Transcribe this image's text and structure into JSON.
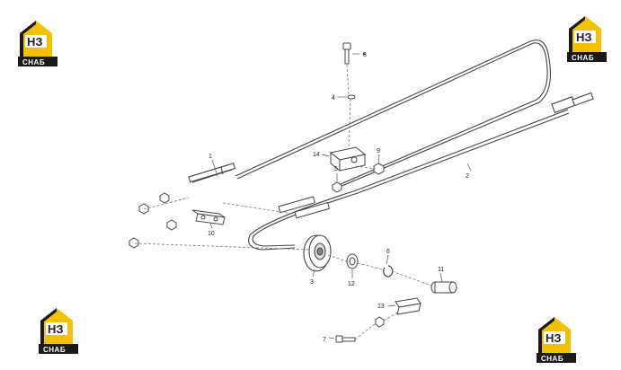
{
  "logo": {
    "top": "НЗ",
    "bottom": "СНАБ"
  },
  "callouts": {
    "c1": "1",
    "c2": "2",
    "c3": "3",
    "c4": "4",
    "c5": "5",
    "c6": "6",
    "c7": "7",
    "c8": "8",
    "c9": "9",
    "c10": "10",
    "c11": "11",
    "c12": "12",
    "c13": "13",
    "c14": "14"
  },
  "colors": {
    "line": "#444444",
    "leader": "#7a7a7a",
    "logo_yellow": "#f2c200",
    "logo_dark": "#1a1a1a",
    "callout_dot": "#cc2222"
  }
}
